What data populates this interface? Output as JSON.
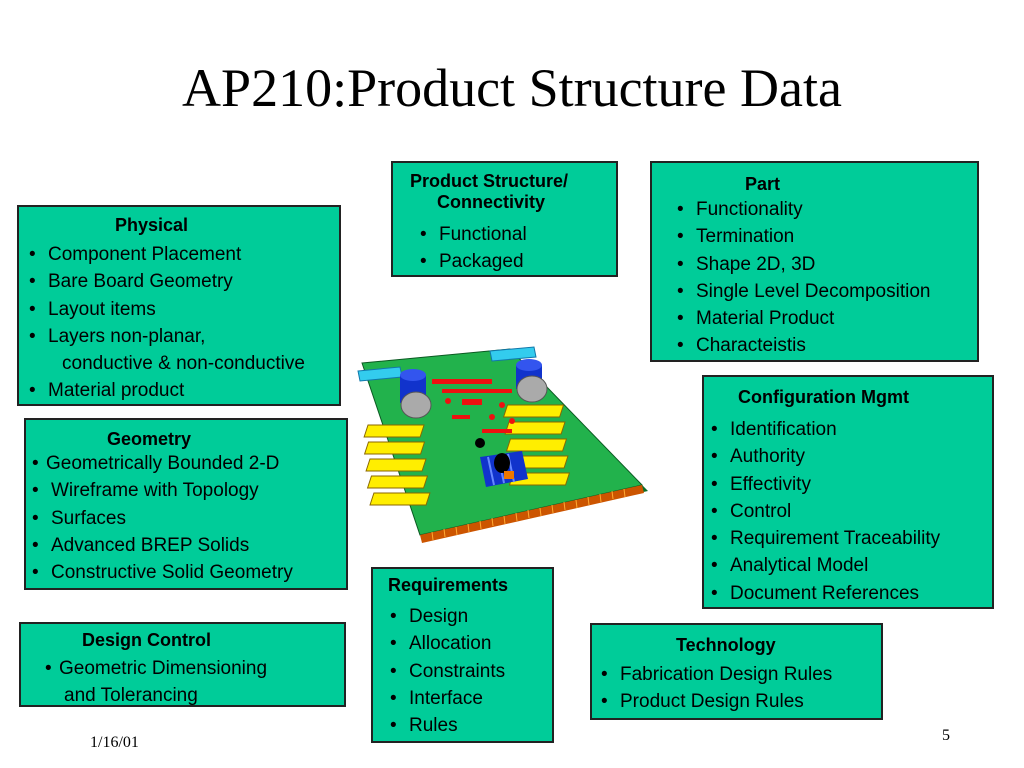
{
  "slide": {
    "title": "AP210:Product Structure Data",
    "date": "1/16/01",
    "page_number": "5"
  },
  "boxes": {
    "physical": {
      "heading": "Physical",
      "bullet": "•",
      "items": [
        "Component Placement",
        "Bare Board Geometry",
        "Layout items",
        "Layers non-planar,",
        "conductive & non-conductive",
        "Material product"
      ]
    },
    "geometry": {
      "heading": "Geometry",
      "bullet": "•",
      "items": [
        "Geometrically Bounded 2-D",
        "Wireframe with Topology",
        "Surfaces",
        "Advanced BREP Solids",
        "Constructive Solid Geometry"
      ]
    },
    "design_control": {
      "heading": "Design Control",
      "bullet": "•",
      "items": [
        "Geometric Dimensioning",
        "and Tolerancing"
      ]
    },
    "product_structure": {
      "heading_line1": "Product Structure/",
      "heading_line2": "Connectivity",
      "bullet": "•",
      "items": [
        "Functional",
        "Packaged"
      ]
    },
    "part": {
      "heading": "Part",
      "bullet": "•",
      "items": [
        "Functionality",
        "Termination",
        "Shape 2D, 3D",
        "Single Level Decomposition",
        "Material Product",
        "Characteistis"
      ]
    },
    "configuration_mgmt": {
      "heading": "Configuration Mgmt",
      "bullet": "•",
      "items": [
        "Identification",
        "Authority",
        "Effectivity",
        "Control",
        "Requirement Traceability",
        "Analytical Model",
        "Document References"
      ]
    },
    "requirements": {
      "heading": "Requirements",
      "bullet": "•",
      "items": [
        "Design",
        "Allocation",
        "Constraints",
        "Interface",
        "Rules"
      ]
    },
    "technology": {
      "heading": "Technology",
      "bullet": "•",
      "items": [
        "Fabrication Design Rules",
        "Product Design Rules"
      ]
    }
  },
  "colors": {
    "box_fill": "#00cc99",
    "board_green": "#22b24c",
    "board_dark": "#0b6e2a",
    "module_yellow": "#ffee00",
    "module_red": "#ee1111",
    "connector_cyan": "#33ccee",
    "heatsink_blue": "#1133cc"
  },
  "illustration": {
    "icon": "circuit-board-icon"
  }
}
